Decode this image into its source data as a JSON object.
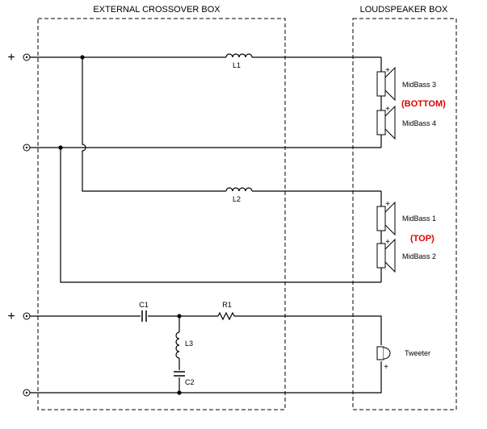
{
  "titles": {
    "crossover_box": "EXTERNAL CROSSOVER BOX",
    "speaker_box": "LOUDSPEAKER BOX"
  },
  "terminal_signs": {
    "plus": "+"
  },
  "components": {
    "l1": "L1",
    "l2": "L2",
    "l3": "L3",
    "c1": "C1",
    "c2": "C2",
    "r1": "R1"
  },
  "speakers": {
    "midbass3": "MidBass 3",
    "midbass4": "MidBass 4",
    "midbass1": "MidBass 1",
    "midbass2": "MidBass 2",
    "tweeter": "Tweeter"
  },
  "group_labels": {
    "bottom": "(BOTTOM)",
    "top": "(TOP)"
  },
  "polarity": "+",
  "colors": {
    "line": "#000000",
    "accent_red": "#e00000",
    "background": "#ffffff"
  }
}
